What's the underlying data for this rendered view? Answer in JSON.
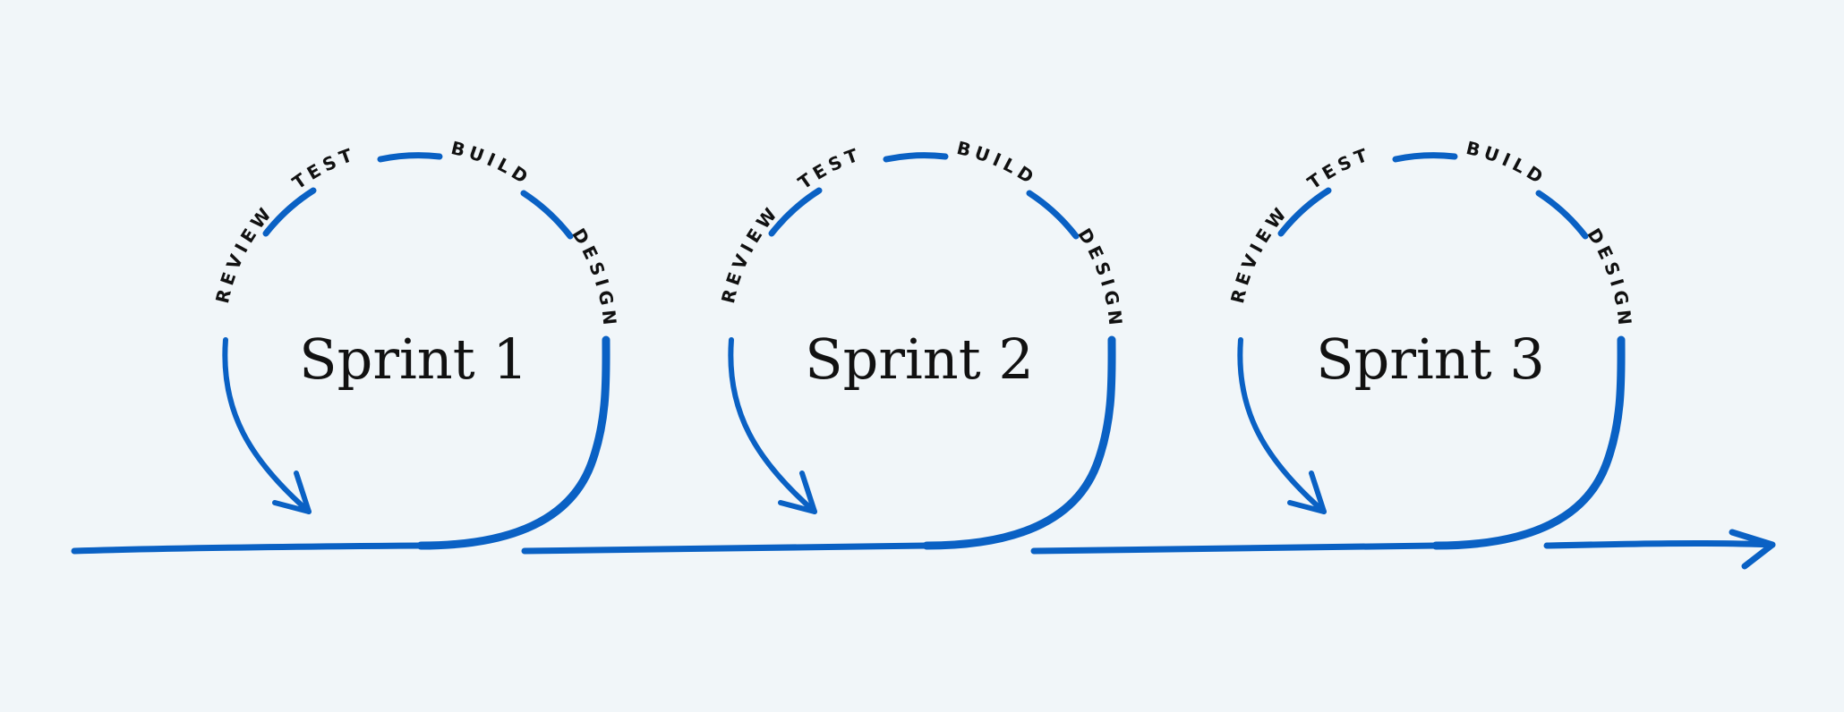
{
  "colors": {
    "background": "#f1f6f9",
    "accent": "#0a61c4",
    "text": "#111111"
  },
  "sprints": [
    {
      "title": "Sprint 1",
      "phases": {
        "review": "REVIEW",
        "test": "TEST",
        "build": "BUILD",
        "design": "DESIGN"
      }
    },
    {
      "title": "Sprint 2",
      "phases": {
        "review": "REVIEW",
        "test": "TEST",
        "build": "BUILD",
        "design": "DESIGN"
      }
    },
    {
      "title": "Sprint 3",
      "phases": {
        "review": "REVIEW",
        "test": "TEST",
        "build": "BUILD",
        "design": "DESIGN"
      }
    }
  ]
}
